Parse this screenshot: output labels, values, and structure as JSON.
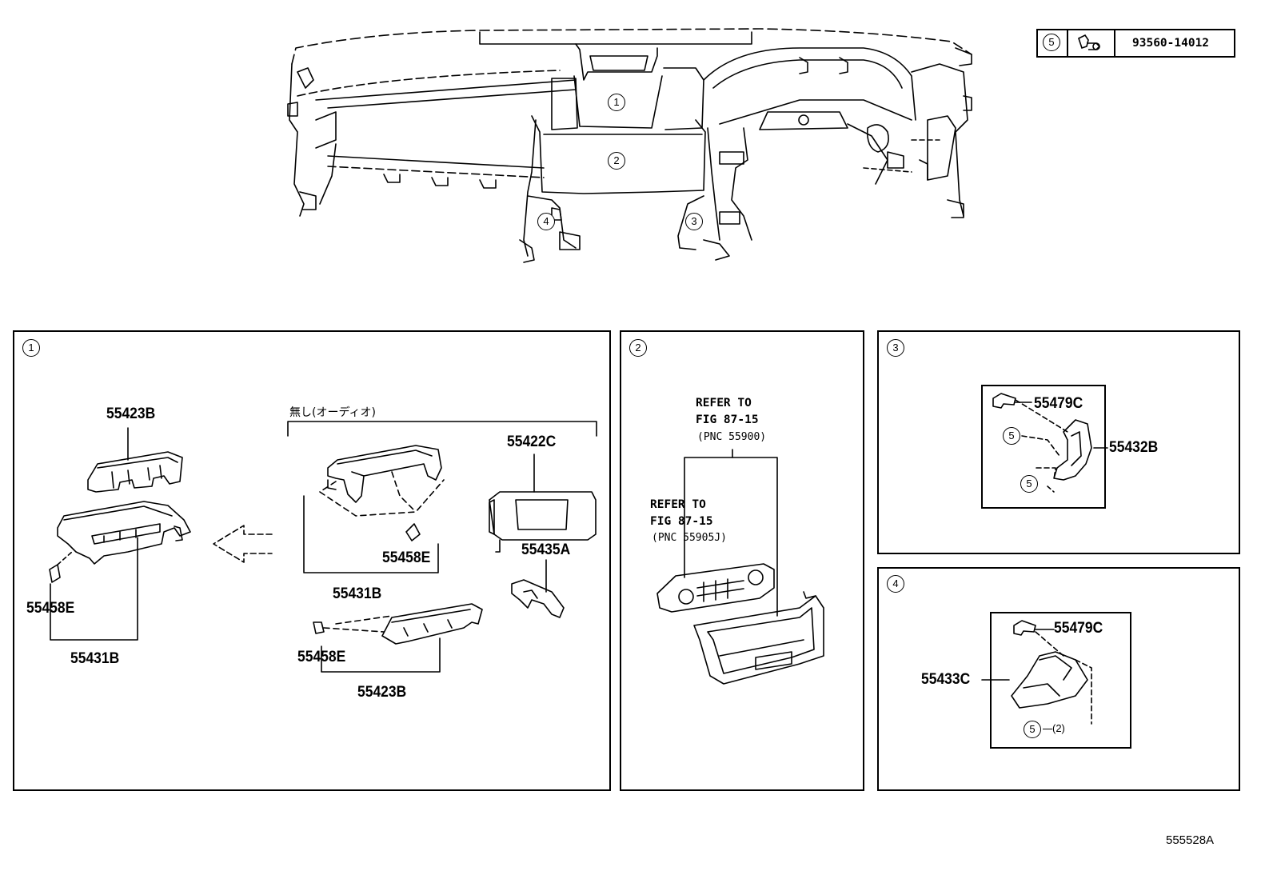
{
  "legend": {
    "callout": "5",
    "part_number": "93560-14012"
  },
  "overview": {
    "callouts": [
      "1",
      "2",
      "3",
      "4"
    ]
  },
  "panel1": {
    "callout": "1",
    "bracket_note": "無し(オーディオ)",
    "labels": {
      "top_left": "55423B",
      "clip_left": "55458E",
      "bracket_left": "55431B",
      "display": "55422C",
      "bracket_display": "55435A",
      "clip_mid": "55458E",
      "bracket_mid": "55431B",
      "clip_low": "55458E",
      "bracket_low": "55423B"
    }
  },
  "panel2": {
    "callout": "2",
    "ref_a": {
      "line1": "REFER TO",
      "line2": "FIG 87-15",
      "line3": "(PNC 55900)"
    },
    "ref_b": {
      "line1": "REFER TO",
      "line2": "FIG 87-15",
      "line3": "(PNC 55905J)"
    }
  },
  "panel3": {
    "callout": "3",
    "clip": "55479C",
    "part": "55432B",
    "screw_a": "5",
    "screw_b": "5"
  },
  "panel4": {
    "callout": "4",
    "clip": "55479C",
    "part": "55433C",
    "screw": "5",
    "screw_qty": "(2)"
  },
  "figure_id": "555528A"
}
